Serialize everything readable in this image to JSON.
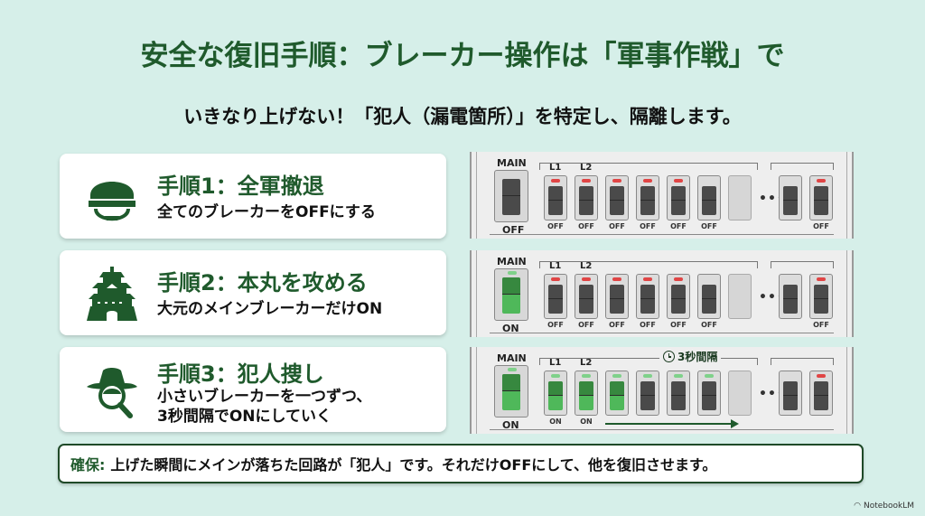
{
  "header": {
    "title": "安全な復旧手順：ブレーカー操作は「軍事作戦」で",
    "subtitle": "いきなり上げない！「犯人（漏電箇所）」を特定し、隔離します。"
  },
  "steps": [
    {
      "icon": "helmet-icon",
      "title": "手順1：全軍撤退",
      "desc": [
        "全てのブレーカーをOFFにする"
      ]
    },
    {
      "icon": "castle-icon",
      "title": "手順2：本丸を攻める",
      "desc": [
        "大元のメインブレーカーだけON"
      ]
    },
    {
      "icon": "detective-search-icon",
      "title": "手順3：犯人捜し",
      "desc": [
        "小さいブレーカーを一つずつ、",
        "3秒間隔でONにしていく"
      ]
    }
  ],
  "panels": [
    {
      "main": {
        "label": "MAIN",
        "state": "OFF"
      },
      "labels": [
        "L1",
        "L2"
      ],
      "breakers": [
        {
          "on": false,
          "led": "red",
          "state": "OFF"
        },
        {
          "on": false,
          "led": "red",
          "state": "OFF"
        },
        {
          "on": false,
          "led": "red",
          "state": "OFF"
        },
        {
          "on": false,
          "led": "red",
          "state": "OFF"
        },
        {
          "on": false,
          "led": "red",
          "state": "OFF"
        },
        {
          "on": false,
          "led": "none",
          "state": "OFF"
        }
      ],
      "tail": [
        {
          "on": false,
          "led": "none",
          "state": ""
        },
        {
          "on": false,
          "led": "red",
          "state": "OFF"
        }
      ]
    },
    {
      "main": {
        "label": "MAIN",
        "state": "ON"
      },
      "labels": [
        "L1",
        "L2"
      ],
      "breakers": [
        {
          "on": false,
          "led": "red",
          "state": "OFF"
        },
        {
          "on": false,
          "led": "red",
          "state": "OFF"
        },
        {
          "on": false,
          "led": "red",
          "state": "OFF"
        },
        {
          "on": false,
          "led": "red",
          "state": "OFF"
        },
        {
          "on": false,
          "led": "red",
          "state": "OFF"
        },
        {
          "on": false,
          "led": "none",
          "state": "OFF"
        }
      ],
      "tail": [
        {
          "on": false,
          "led": "none",
          "state": ""
        },
        {
          "on": false,
          "led": "red",
          "state": "OFF"
        }
      ]
    },
    {
      "main": {
        "label": "MAIN",
        "state": "ON"
      },
      "labels": [
        "L1",
        "L2"
      ],
      "interval": "3秒間隔",
      "breakers": [
        {
          "on": true,
          "led": "green",
          "state": "ON"
        },
        {
          "on": true,
          "led": "green",
          "state": "ON"
        },
        {
          "on": true,
          "led": "green",
          "state": ""
        },
        {
          "on": false,
          "led": "green",
          "state": ""
        },
        {
          "on": false,
          "led": "green",
          "state": ""
        },
        {
          "on": false,
          "led": "green",
          "state": ""
        }
      ],
      "tail": [
        {
          "on": false,
          "led": "none",
          "state": ""
        },
        {
          "on": false,
          "led": "red",
          "state": ""
        }
      ]
    }
  ],
  "footer": {
    "key": "確保:",
    "message": "上げた瞬間にメインが落ちた回路が「犯人」です。それだけOFFにして、他を復旧させます。"
  },
  "brand": "NotebookLM",
  "colors": {
    "background": "#d6efe9",
    "accent": "#1f5a2c",
    "on_green": "#4fb85a",
    "led_red": "#e04545",
    "lever_off": "#4a4a4a"
  }
}
